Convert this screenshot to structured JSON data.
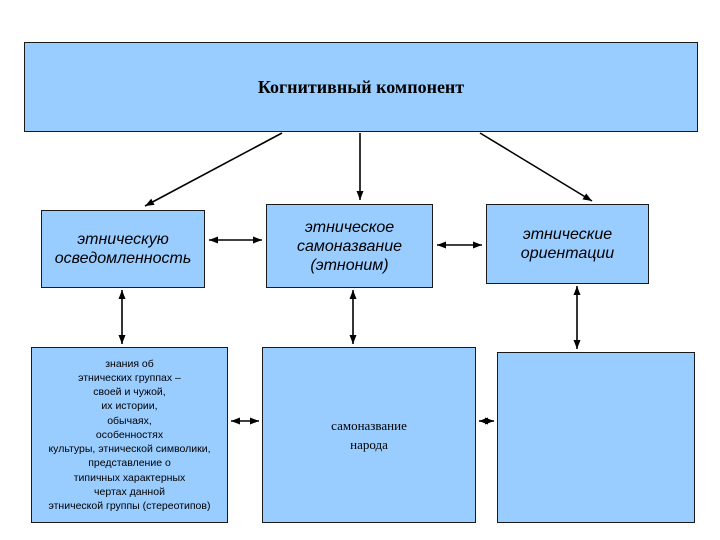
{
  "diagram": {
    "title": "Когнитивный компонент",
    "nodes": {
      "awareness": "этническую\nосведомленность",
      "self_name": "этническое\nсамоназвание\n(этноним)",
      "orientations": "этнические\nориентации",
      "knowledge": "знания об\nэтнических группах –\nсвоей и чужой,\nих истории,\nобычаях,\nособенностях\nкультуры, этнической символики,\nпредставление о\nтипичных характерных\nчертах данной\nэтнической группы (стереотипов)",
      "people_self_name": "самоназвание\nнарода",
      "empty_box": ""
    }
  },
  "colors": {
    "box_fill": "#99ccff",
    "box_border": "#1a1a1a",
    "arrow": "#000000"
  }
}
